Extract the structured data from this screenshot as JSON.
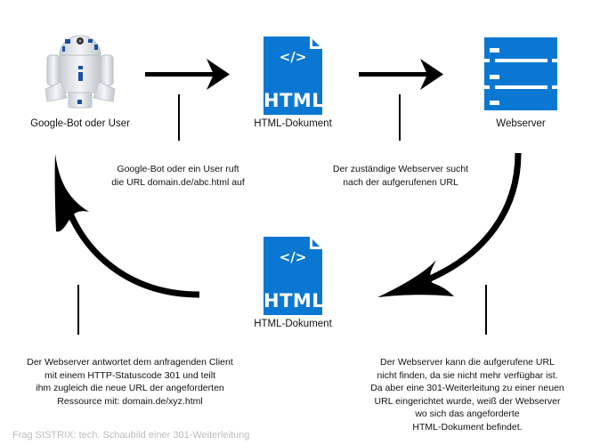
{
  "diagram": {
    "title": "301-Weiterleitung Schaubild",
    "nodes": [
      {
        "id": "client",
        "label": "Google-Bot oder User",
        "icon": "robot-icon"
      },
      {
        "id": "html_top",
        "label": "HTML-Dokument",
        "icon": "html-document-icon",
        "icon_text": "HTML",
        "icon_code": "</>"
      },
      {
        "id": "server",
        "label": "Webserver",
        "icon": "server-icon"
      },
      {
        "id": "html_bottom",
        "label": "HTML-Dokument",
        "icon": "html-document-icon",
        "icon_text": "HTML",
        "icon_code": "</>"
      }
    ],
    "steps": [
      {
        "text": "Google-Bot oder ein User ruft\ndie URL domain.de/abc.html auf"
      },
      {
        "text": "Der zuständige Webserver sucht\nnach der aufgerufenen URL"
      },
      {
        "text": "Der Webserver kann die aufgerufene URL\nnicht finden, da sie nicht mehr verfügbar ist.\nDa aber eine 301-Weiterleitung zu einer neuen\nURL eingerichtet wurde, weiß der Webserver\nwo sich das angeforderte\nHTML-Dokument befindet."
      },
      {
        "text": "Der Webserver antwortet dem anfragenden Client\nmit einem HTTP-Statuscode 301 und teilt\nihm zugleich die neue URL der angeforderten\nRessource mit: domain.de/xyz.html"
      }
    ],
    "caption": "Frag SISTRIX: tech. Schaubild einer 301-Weiterleitung"
  },
  "colors": {
    "icon_blue": "#0a78d2",
    "arrow": "#000000",
    "caption": "#bdbdbd"
  }
}
